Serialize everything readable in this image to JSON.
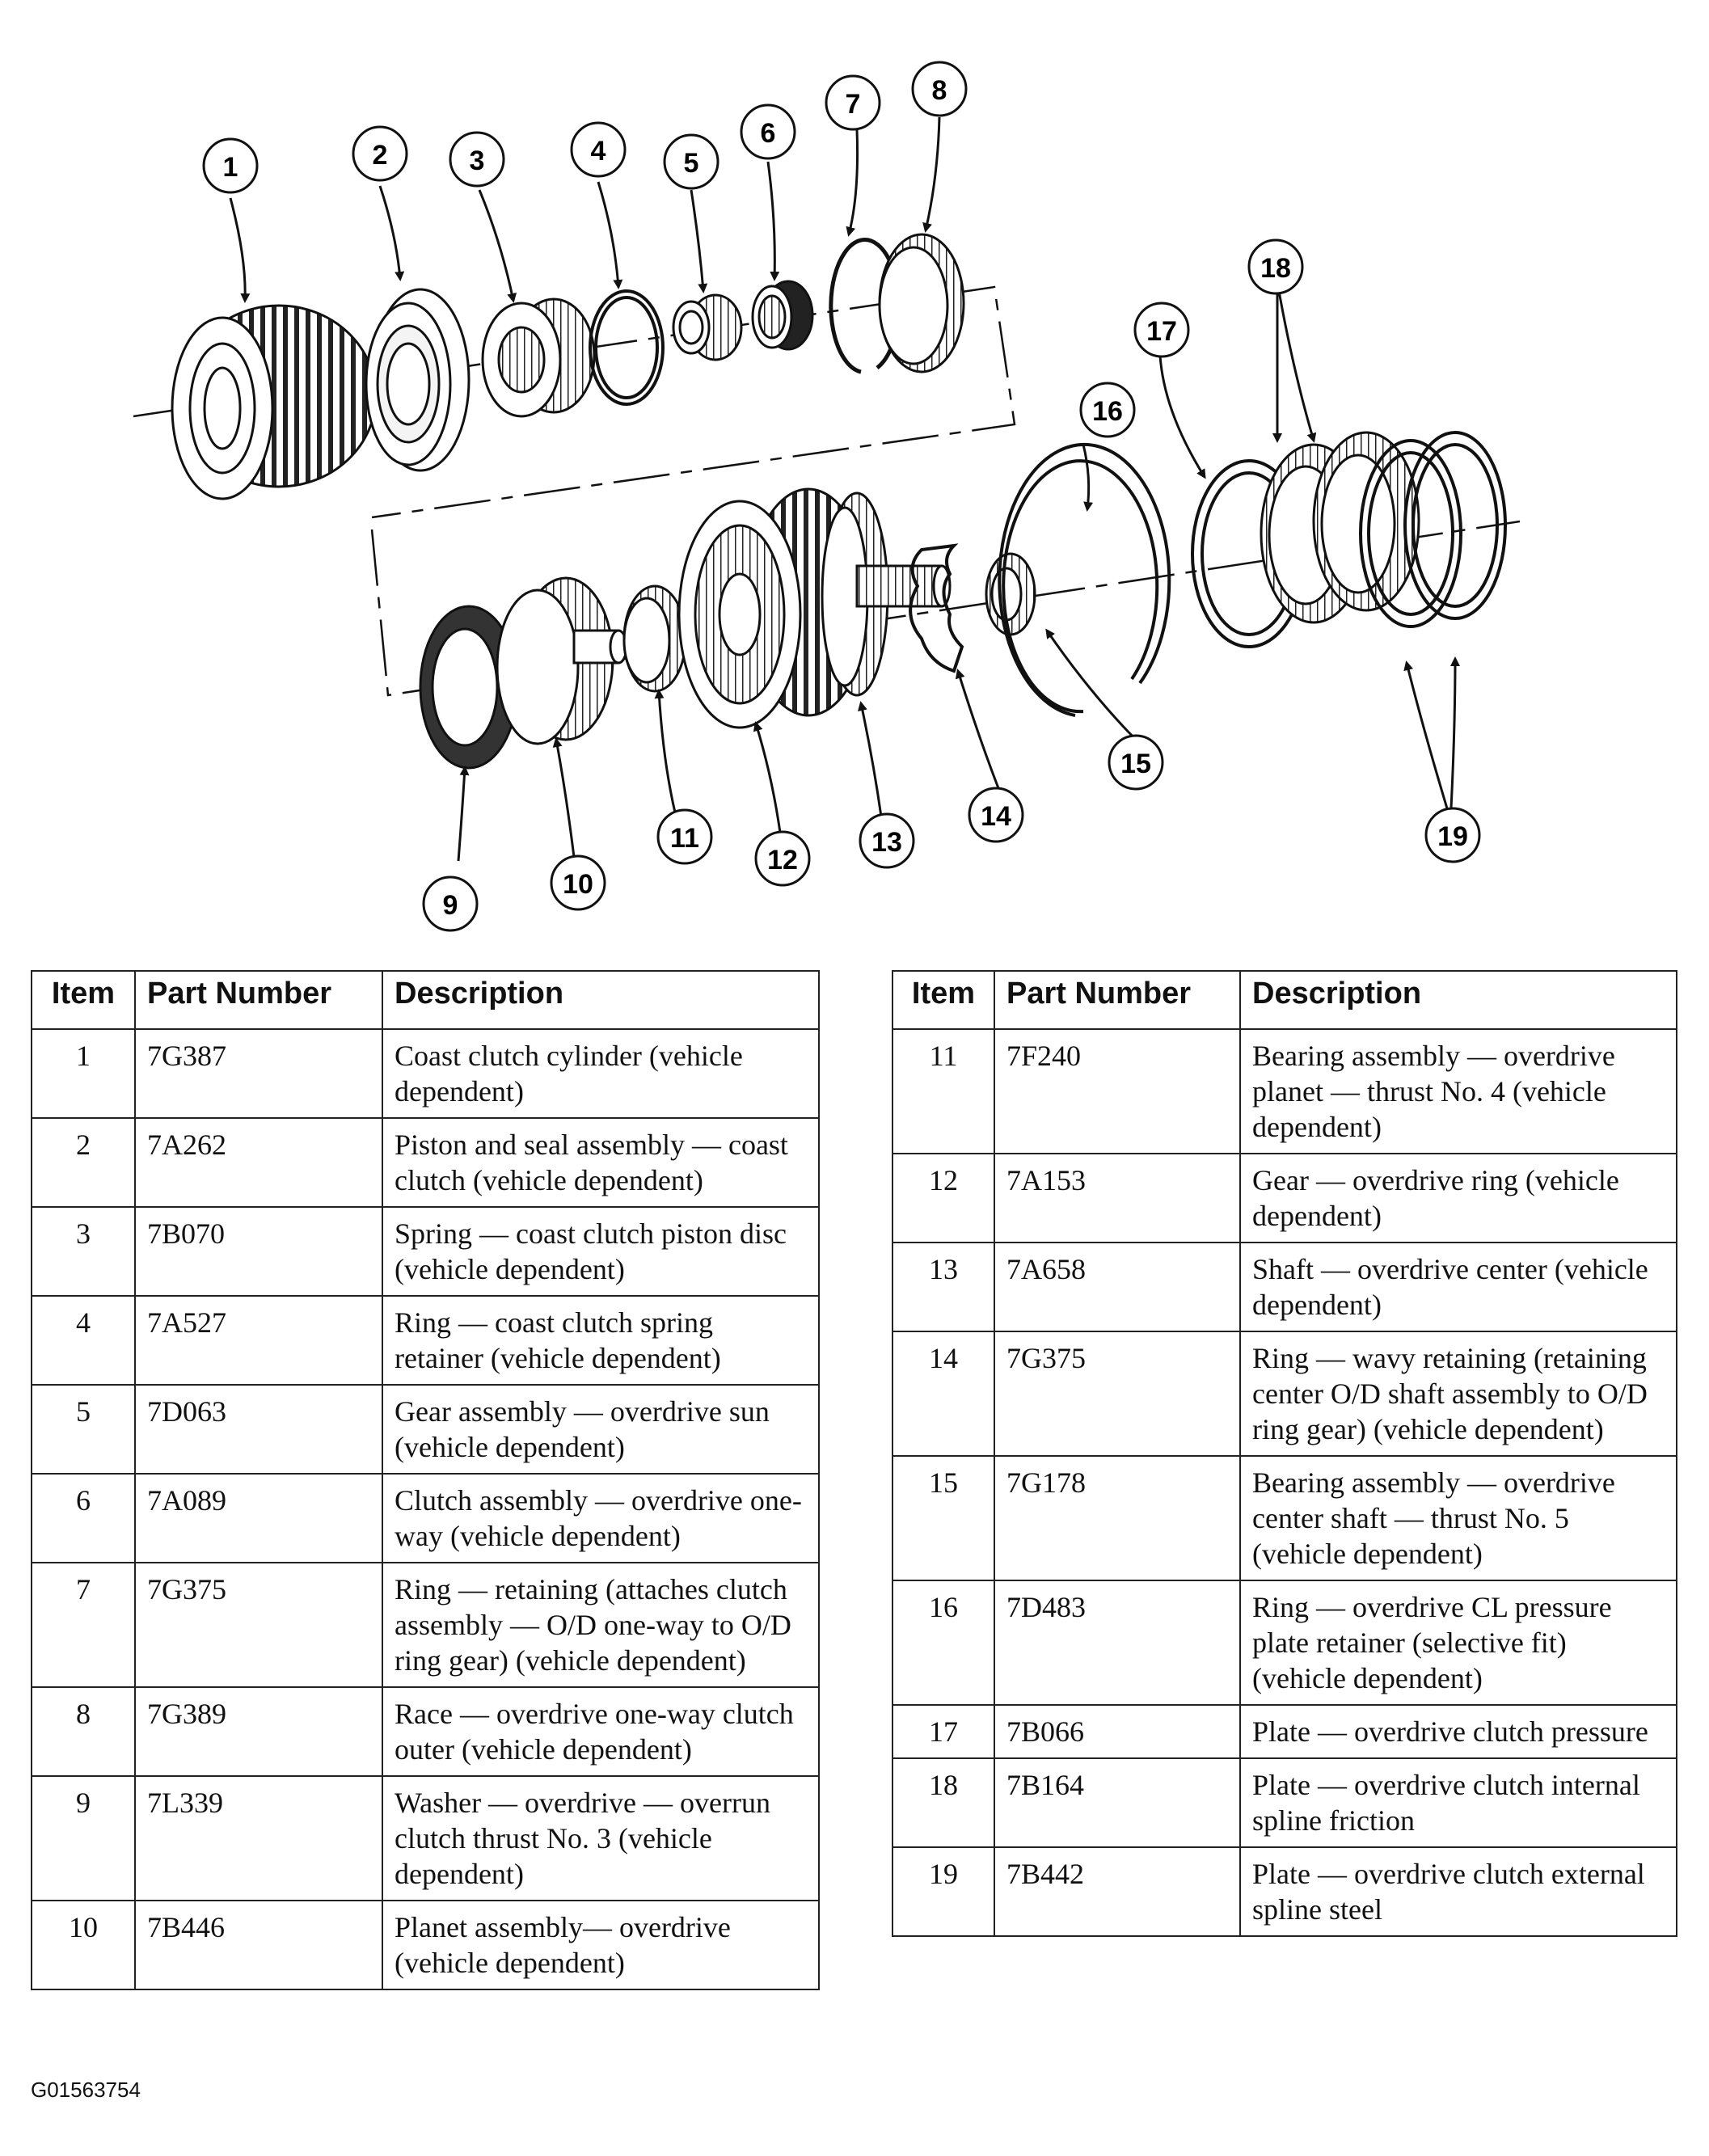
{
  "figure_code": "G01563754",
  "callouts": [
    "1",
    "2",
    "3",
    "4",
    "5",
    "6",
    "7",
    "8",
    "9",
    "10",
    "11",
    "12",
    "13",
    "14",
    "15",
    "16",
    "17",
    "18",
    "19"
  ],
  "table_headers": {
    "item": "Item",
    "part_number": "Part Number",
    "description": "Description"
  },
  "left_table": [
    {
      "item": "1",
      "part": "7G387",
      "desc": "Coast clutch cylinder (vehicle dependent)"
    },
    {
      "item": "2",
      "part": "7A262",
      "desc": "Piston and seal assembly — coast clutch (vehicle dependent)"
    },
    {
      "item": "3",
      "part": "7B070",
      "desc": "Spring — coast clutch piston disc (vehicle dependent)"
    },
    {
      "item": "4",
      "part": "7A527",
      "desc": "Ring — coast clutch spring retainer (vehicle dependent)"
    },
    {
      "item": "5",
      "part": "7D063",
      "desc": "Gear assembly — overdrive sun (vehicle dependent)"
    },
    {
      "item": "6",
      "part": "7A089",
      "desc": "Clutch assembly — overdrive one-way (vehicle dependent)"
    },
    {
      "item": "7",
      "part": "7G375",
      "desc": "Ring — retaining (attaches clutch assembly — O/D one-way to O/D ring gear) (vehicle dependent)"
    },
    {
      "item": "8",
      "part": "7G389",
      "desc": "Race — overdrive one-way clutch outer (vehicle dependent)"
    },
    {
      "item": "9",
      "part": "7L339",
      "desc": "Washer — overdrive — overrun clutch thrust No. 3 (vehicle dependent)"
    },
    {
      "item": "10",
      "part": "7B446",
      "desc": "Planet assembly— overdrive (vehicle dependent)"
    }
  ],
  "right_table": [
    {
      "item": "11",
      "part": "7F240",
      "desc": "Bearing assembly — overdrive planet — thrust No. 4 (vehicle dependent)"
    },
    {
      "item": "12",
      "part": "7A153",
      "desc": "Gear — overdrive ring (vehicle dependent)"
    },
    {
      "item": "13",
      "part": "7A658",
      "desc": "Shaft — overdrive center (vehicle dependent)"
    },
    {
      "item": "14",
      "part": "7G375",
      "desc": "Ring — wavy retaining (retaining center O/D shaft assembly to O/D ring gear) (vehicle dependent)"
    },
    {
      "item": "15",
      "part": "7G178",
      "desc": "Bearing assembly — overdrive center shaft — thrust No. 5 (vehicle dependent)"
    },
    {
      "item": "16",
      "part": "7D483",
      "desc": "Ring — overdrive CL pressure plate retainer (selective fit) (vehicle dependent)"
    },
    {
      "item": "17",
      "part": "7B066",
      "desc": "Plate — overdrive clutch pressure"
    },
    {
      "item": "18",
      "part": "7B164",
      "desc": "Plate — overdrive clutch internal spline friction"
    },
    {
      "item": "19",
      "part": "7B442",
      "desc": "Plate — overdrive clutch external spline steel"
    }
  ]
}
